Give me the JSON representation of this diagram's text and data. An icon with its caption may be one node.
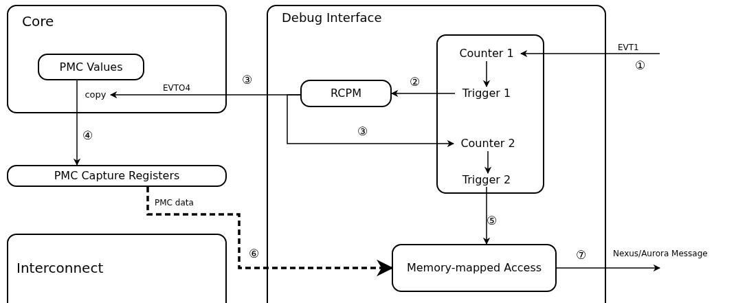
{
  "diagram": {
    "nodes": [
      {
        "text": [
          "Core"
        ]
      },
      {
        "text": [
          "PMC Values"
        ],
        "in": 0
      },
      {
        "text": [
          "Debug Interface"
        ]
      },
      {
        "text": [],
        "shape": "box",
        "in": 2
      },
      {
        "text": [
          "Counter 1"
        ],
        "in": 3
      },
      {
        "text": [
          "Trigger 1"
        ],
        "in": 3
      },
      {
        "text": [
          "Counter 2"
        ],
        "in": 3
      },
      {
        "text": [
          "Trigger 2"
        ],
        "in": 3
      },
      {
        "text": [
          "RCPM"
        ],
        "in": 2
      },
      {
        "text": [
          "PMC Capture Registers"
        ]
      },
      {
        "text": [
          "Interconnect"
        ]
      },
      {
        "text": [
          "Memory-mapped Access"
        ],
        "in": 2
      },
      {
        "text": [
          "copy"
        ],
        "in": 0
      }
    ],
    "edges": [
      {
        "from": null,
        "to": 4,
        "arrow": "to",
        "label": "EVT1"
      },
      {
        "from": 4,
        "to": 5,
        "arrow": "to"
      },
      {
        "from": 5,
        "to": 8,
        "arrow": "to"
      },
      {
        "from": 8,
        "to": 12,
        "arrow": "to",
        "label": "EVTO4"
      },
      {
        "from": 8,
        "to": 6,
        "arrow": "to"
      },
      {
        "from": 6,
        "to": 7,
        "arrow": "to"
      },
      {
        "from": 7,
        "to": 11,
        "arrow": "to"
      },
      {
        "from": 1,
        "to": 9,
        "arrow": "to"
      },
      {
        "from": 9,
        "to": 11,
        "arrow": "to",
        "label": "PMC data",
        "style": "dashed"
      },
      {
        "from": 11,
        "to": null,
        "arrow": "to",
        "label": "Nexus/Aurora Message"
      }
    ],
    "labels": [
      "①",
      "③",
      "②",
      "③",
      "④",
      "⑤",
      "⑥",
      "⑦"
    ]
  }
}
